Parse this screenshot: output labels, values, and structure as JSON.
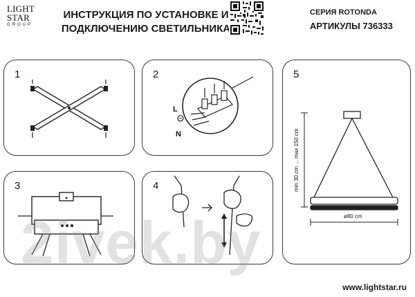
{
  "logo": {
    "line1": "LIGHT",
    "line2": "STAR",
    "line3": "GROUP"
  },
  "title": {
    "line1": "ИНСТРУКЦИЯ ПО УСТАНОВКЕ И",
    "line2": "ПОДКЛЮЧЕНИЮ СВЕТИЛЬНИКА"
  },
  "series": "СЕРИЯ ROTONDA",
  "article": "АРТИКУЛЫ 736333",
  "steps": [
    "1",
    "2",
    "3",
    "4",
    "5"
  ],
  "wiring": {
    "l": "L",
    "n": "N"
  },
  "dimensions": {
    "height": "min 30 cm ... max 150 cm",
    "diameter": "ø80 cm"
  },
  "watermark": "2ivek.by",
  "url": "www.lightstar.ru"
}
